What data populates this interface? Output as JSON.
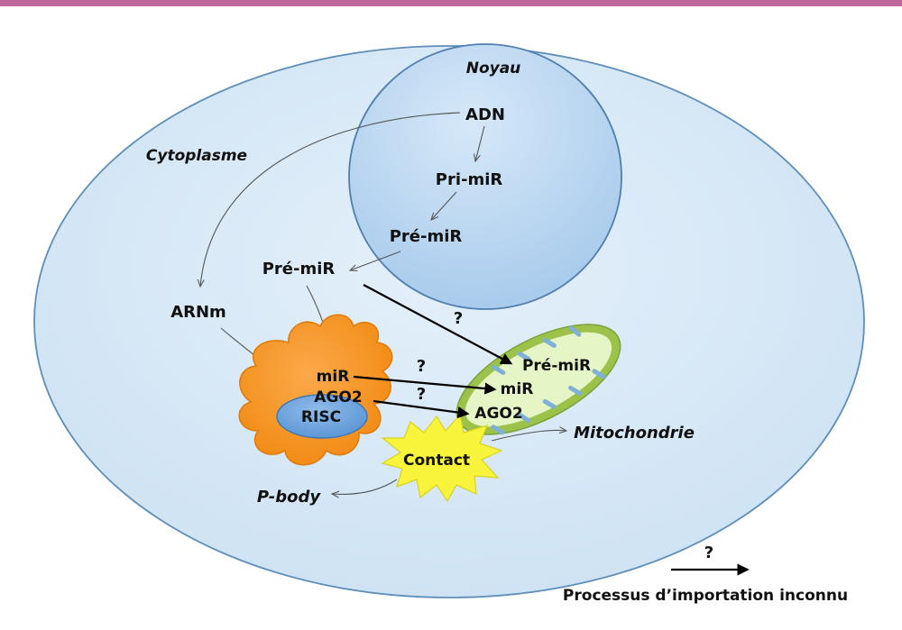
{
  "labels": {
    "nucleus": "Noyau",
    "cytoplasm": "Cytoplasme",
    "dna": "ADN",
    "pri_mir": "Pri-miR",
    "pre_mir_nucleus": "Pré-miR",
    "pre_mir_cytoplasm": "Pré-miR",
    "mrna": "ARNm",
    "mir": "miR",
    "ago2": "AGO2",
    "risc": "RISC",
    "contact": "Contact",
    "mitochondria": "Mitochondrie",
    "pbody": "P-body",
    "mito_pre_mir": "Pré-miR",
    "mito_mir": "miR",
    "mito_ago2": "AGO2",
    "unknown_mark_1": "?",
    "unknown_mark_2": "?",
    "unknown_mark_3": "?"
  },
  "legend": {
    "mark": "?",
    "text": "Processus d’importation inconnu"
  },
  "colors": {
    "top_bar": "#c0679b",
    "cell_fill": "#daeaf7",
    "cell_stroke": "#5f8fb8",
    "nucleus_fill": "#bcd8f3",
    "pbody_fill": "#f7941d",
    "risc_fill": "#6fa4dd",
    "mito_outer": "#9cc24a",
    "mito_inner": "#e6f5c5",
    "contact_fill": "#f8f33b"
  }
}
